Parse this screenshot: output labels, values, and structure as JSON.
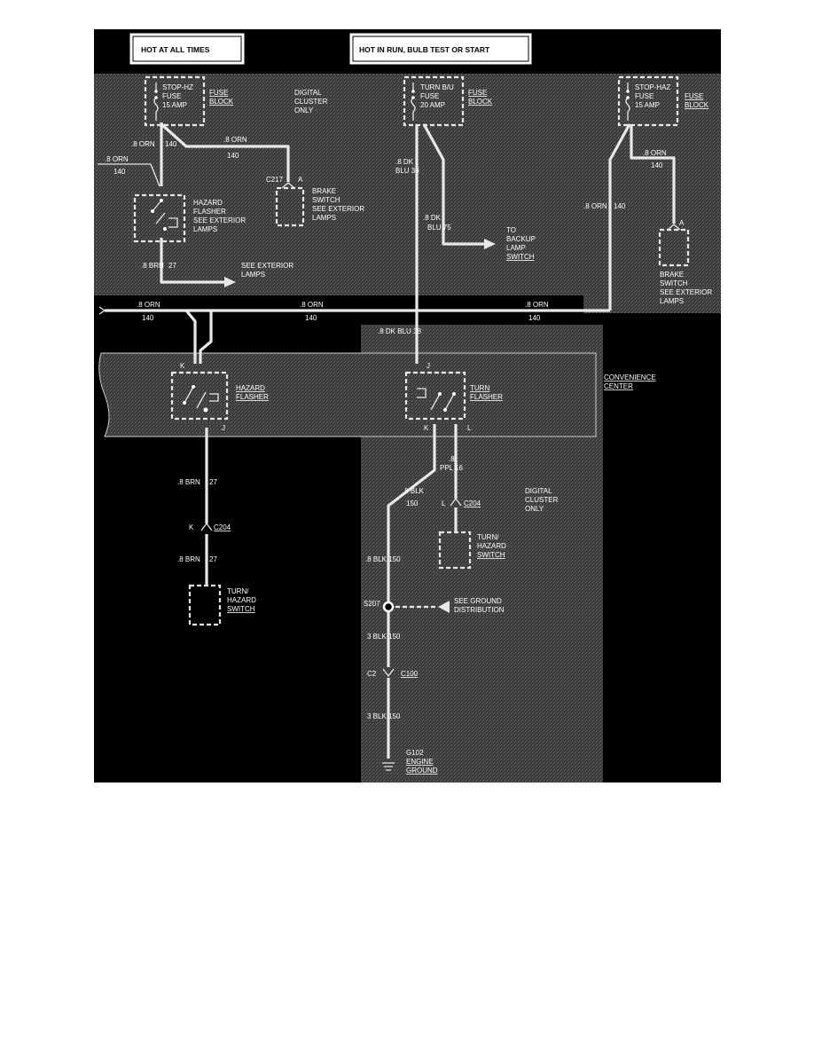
{
  "header": {
    "hot_at_all_times": "HOT AT ALL TIMES",
    "hot_in_run": "HOT IN RUN, BULB TEST OR START"
  },
  "fuse_left": {
    "line1": "STOP-HZ",
    "line2": "FUSE",
    "line3": "15 AMP",
    "block1": "FUSE",
    "block2": "BLOCK"
  },
  "fuse_mid": {
    "line1": "TURN B/U",
    "line2": "FUSE",
    "line3": "20 AMP",
    "block1": "FUSE",
    "block2": "BLOCK"
  },
  "fuse_right": {
    "line1": "STOP-HAZ",
    "line2": "FUSE",
    "line3": "15 AMP",
    "block1": "FUSE",
    "block2": "BLOCK"
  },
  "notes": {
    "digital_cluster_top_1": "DIGITAL",
    "digital_cluster_top_2": "CLUSTER",
    "digital_cluster_top_3": "ONLY",
    "digital_cluster_bot_1": "DIGITAL",
    "digital_cluster_bot_2": "CLUSTER",
    "digital_cluster_bot_3": "ONLY",
    "convenience_1": "CONVENIENCE",
    "convenience_2": "CENTER"
  },
  "components": {
    "hazard_flasher_top": [
      "HAZARD",
      "FLASHER",
      "SEE EXTERIOR",
      "LAMPS"
    ],
    "brake_switch_left": [
      "BRAKE",
      "SWITCH",
      "SEE EXTERIOR",
      "LAMPS"
    ],
    "brake_switch_right": [
      "BRAKE",
      "SWITCH",
      "SEE EXTERIOR",
      "LAMPS"
    ],
    "see_exterior": [
      "SEE EXTERIOR",
      "LAMPS"
    ],
    "backup_lamp": [
      "TO",
      "BACKUP",
      "LAMP",
      "SWITCH"
    ],
    "hazard_flasher": [
      "HAZARD",
      "FLASHER"
    ],
    "turn_flasher": [
      "TURN",
      "FLASHER"
    ],
    "turn_hazard_switch_right": [
      "TURN/",
      "HAZARD",
      "SWITCH"
    ],
    "turn_hazard_switch_left": [
      "TURN/",
      "HAZARD",
      "SWITCH"
    ],
    "see_ground": [
      "SEE GROUND",
      "DISTRIBUTION"
    ],
    "ground": [
      "G102",
      "ENGINE",
      "GROUND"
    ]
  },
  "wires": {
    "orn_8": ".8 ORN",
    "orn_8_alt": ".8 ORN",
    "n140": "140",
    "brn_8": ".8 BRN",
    "n27": "27",
    "dk_8": ".8 DK",
    "blu38": "BLU 38",
    "dk_8b": ".8 DK",
    "blu75": "BLU 75",
    "dk_blu_38": ".8 DK BLU 38",
    "ppl_8": ".8",
    "ppl16": "PPL 16",
    "blk_8": ".8 BLK",
    "n150": "150",
    "blk_8_150": ".8 BLK 150",
    "blk_3_150": "3 BLK 150"
  },
  "connectors": {
    "c217": "C217",
    "a": "A",
    "c204": "C204",
    "k": "K",
    "j": "J",
    "l": "L",
    "s207": "S207",
    "c2": "C2",
    "c100": "C100"
  }
}
